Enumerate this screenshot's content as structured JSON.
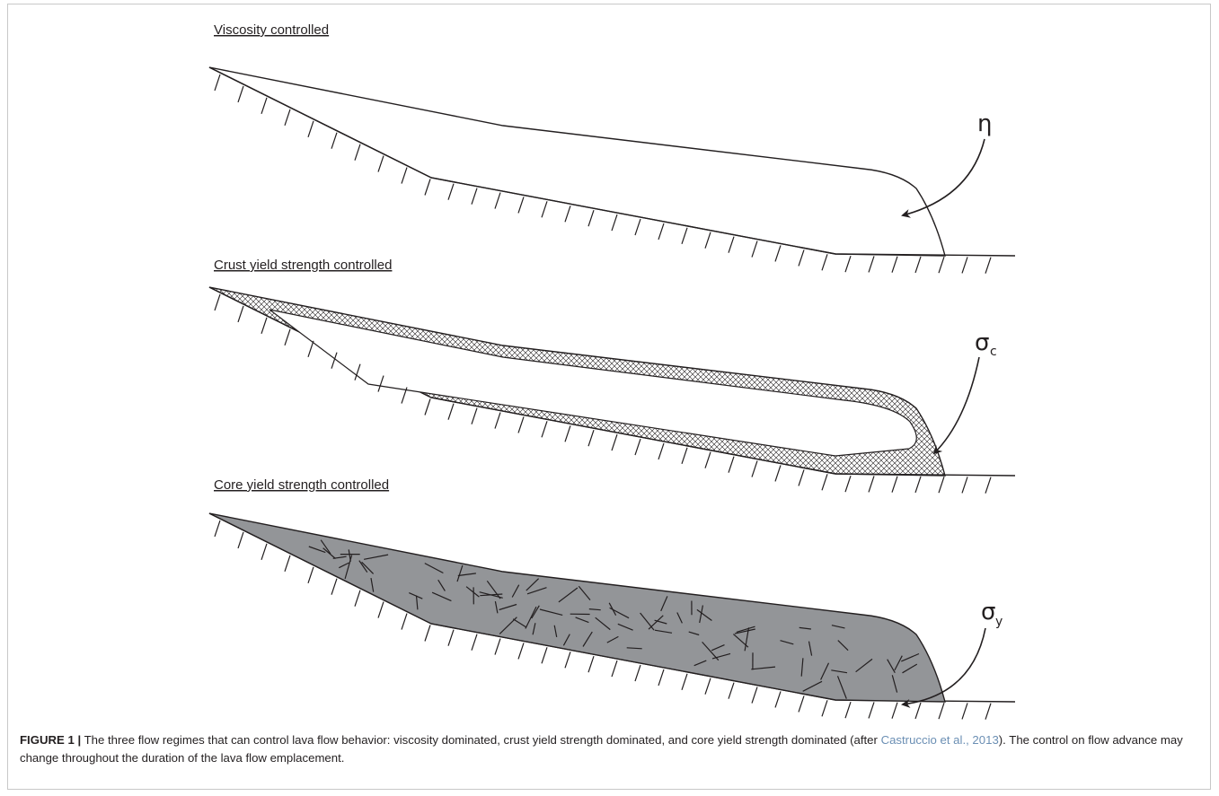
{
  "panels": [
    {
      "title": "Viscosity controlled",
      "symbol": "η",
      "subscript": ""
    },
    {
      "title": "Crust yield strength controlled",
      "symbol": "σ",
      "subscript": "c"
    },
    {
      "title": "Core yield strength controlled",
      "symbol": "σ",
      "subscript": "y"
    }
  ],
  "caption": {
    "label": "FIGURE 1 |",
    "text": " The three flow regimes that can control lava flow behavior: viscosity dominated, crust yield strength dominated, and core yield strength dominated (after ",
    "citation": "Castruccio et al., 2013",
    "text_end": "). The control on flow advance may change throughout the duration of the lava flow emplacement."
  },
  "colors": {
    "ink": "#231f20",
    "core_fill": "#939598",
    "citation": "#6b8fb4",
    "border": "#c8c8c8"
  }
}
